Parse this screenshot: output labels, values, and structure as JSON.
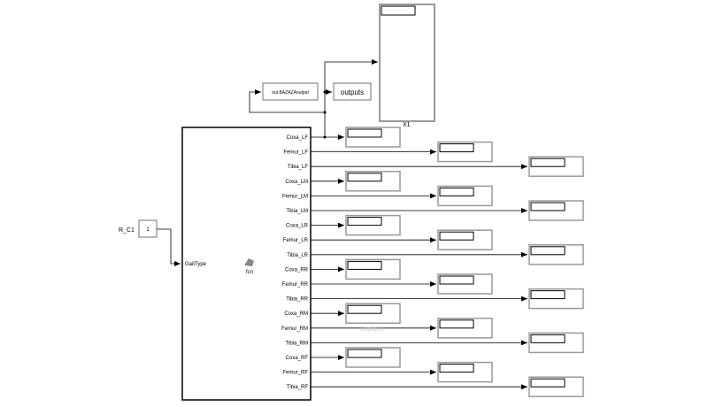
{
  "inport": {
    "label": "R_C1",
    "value": "1"
  },
  "function_block": {
    "input_port": "GaitType",
    "label": "fcn",
    "icon": "matlab-function-icon",
    "output_ports": [
      "Coxa_LF",
      "Femur_LF",
      "Tibia_LF",
      "Coxa_LM",
      "Femur_LM",
      "Tibia_LM",
      "Coxa_LR",
      "Femur_LR",
      "Tibia_LR",
      "Coxa_RR",
      "Femur_RR",
      "Tibia_RR",
      "Coxa_RM",
      "Femur_RM",
      "Tibia_RM",
      "Coxa_RF",
      "Femur_RF",
      "Tibia_RF"
    ]
  },
  "from_workspace": {
    "label": "out.BAZAZAoutput"
  },
  "to_workspace": {
    "label": "outputs"
  },
  "scope_display": {
    "label": "X1"
  },
  "display_label": "Display12",
  "colors": {
    "line": "#000000",
    "block_border": "#555555",
    "block_shadow": "#bbbbbb"
  }
}
